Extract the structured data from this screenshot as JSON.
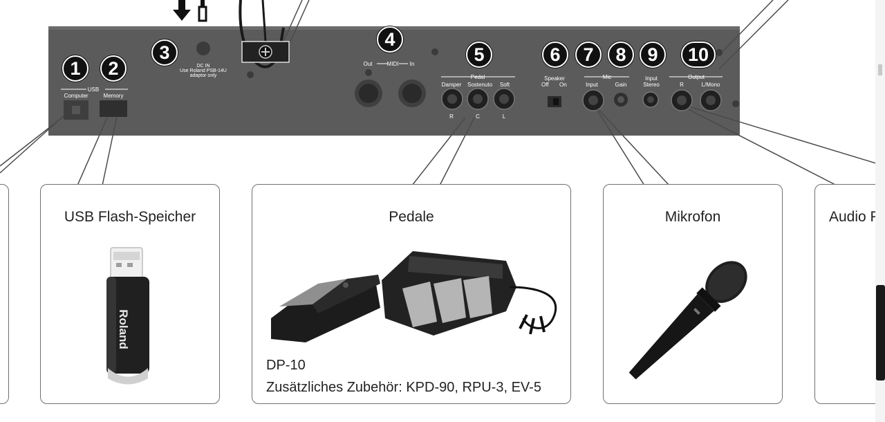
{
  "panel": {
    "badges": [
      "1",
      "2",
      "3",
      "4",
      "5",
      "6",
      "7",
      "8",
      "9",
      "10"
    ],
    "usb_group": "USB",
    "usb_computer": "Computer",
    "usb_memory": "Memory",
    "dcin_line1": "DC IN",
    "dcin_line2": "Use Roland PSB-14U",
    "dcin_line3": "adaptor only",
    "midi_out": "Out",
    "midi_label": "MIDI",
    "midi_in": "In",
    "pedal_group": "Pedal",
    "pedal_damper": "Damper",
    "pedal_sostenuto": "Sostenuto",
    "pedal_soft": "Soft",
    "pedal_r": "R",
    "pedal_c": "C",
    "pedal_l": "L",
    "speaker_label": "Speaker",
    "speaker_off": "Off",
    "speaker_on": "On",
    "mic_group": "Mic",
    "mic_input": "Input",
    "mic_gain": "Gain",
    "input_stereo_1": "Input",
    "input_stereo_2": "Stereo",
    "output_group": "Output",
    "output_r": "R",
    "output_lmono": "L/Mono"
  },
  "cards": {
    "usb_title": "USB Flash-Speicher",
    "usb_brand": "Roland",
    "pedals_title": "Pedale",
    "pedals_line1": "DP-10",
    "pedals_line2": "Zusätzliches Zubehör: KPD-90, RPU-3, EV-5",
    "mic_title": "Mikrofon",
    "audio_title": "Audio P"
  },
  "colors": {
    "panel": "#5a5a5a",
    "badge": "#111111",
    "card_border": "#6f6f6f"
  }
}
